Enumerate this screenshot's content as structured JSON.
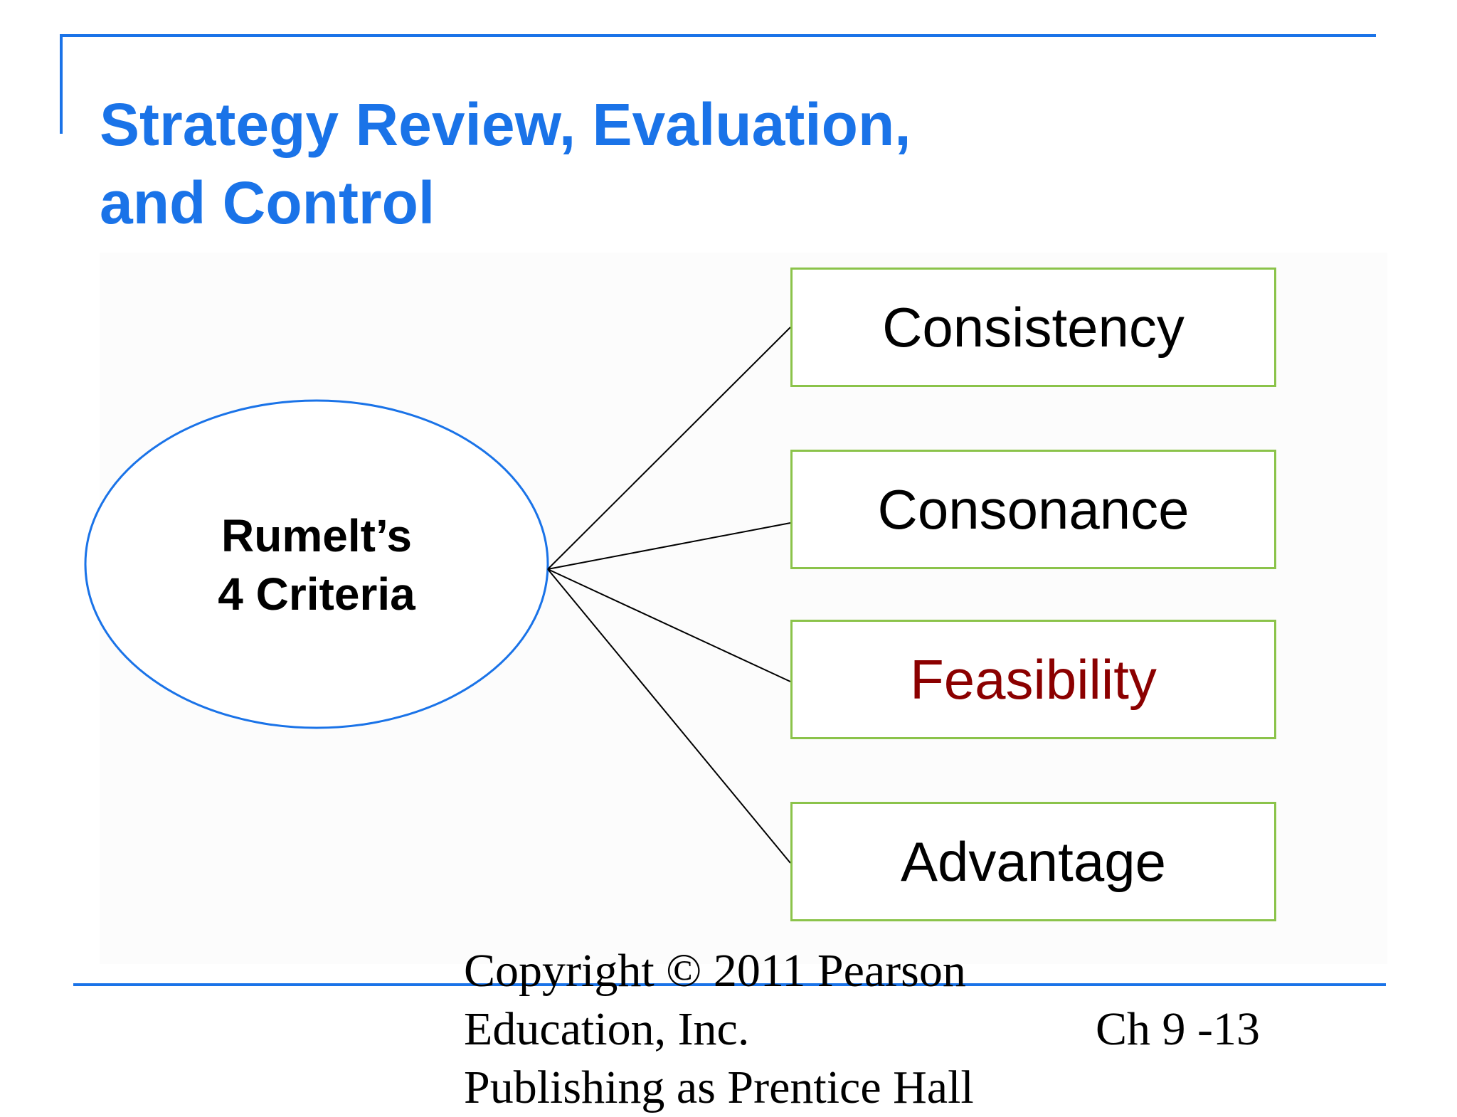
{
  "slide": {
    "title_lines": [
      "Strategy Review, Evaluation,",
      "and Control"
    ],
    "accent_color": "#1a73e8"
  },
  "diagram": {
    "center": {
      "lines": [
        "Rumelt’s",
        "4 Criteria"
      ],
      "border_color": "#1a73e8"
    },
    "criteria": [
      {
        "label": "Consistency",
        "highlighted": false
      },
      {
        "label": "Consonance",
        "highlighted": false
      },
      {
        "label": "Feasibility",
        "highlighted": true
      },
      {
        "label": "Advantage",
        "highlighted": false
      }
    ],
    "box_border_color": "#8bc34a",
    "highlight_text_color": "#8b0000"
  },
  "footer": {
    "copyright_lines": [
      "Copyright © 2011 Pearson",
      "Education, Inc.",
      "Publishing as Prentice Hall"
    ],
    "page_label": "Ch 9 -13"
  }
}
